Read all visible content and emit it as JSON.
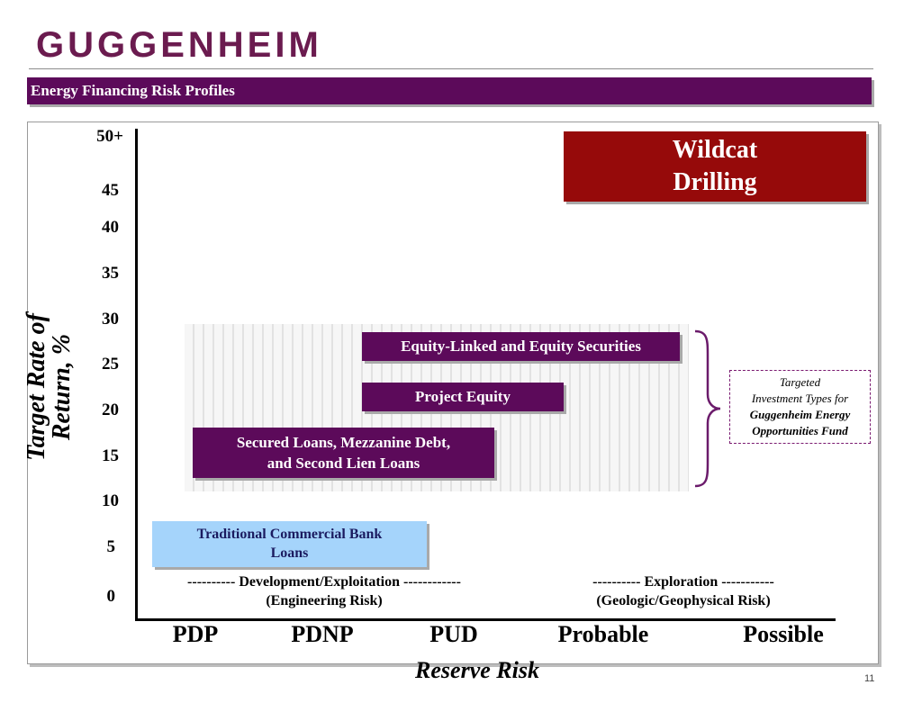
{
  "header": {
    "logo_text": "GUGGENHEIM",
    "title": "Energy Financing Risk Profiles"
  },
  "axes": {
    "y_label": "Target Rate of Return, %",
    "x_label": "Reserve Risk",
    "y_ticks": [
      "50+",
      "45",
      "40",
      "35",
      "30",
      "25",
      "20",
      "15",
      "10",
      "5",
      "0"
    ],
    "x_ticks": [
      "PDP",
      "PDNP",
      "PUD",
      "Probable",
      "Possible"
    ]
  },
  "boxes": {
    "wildcat": [
      "Wildcat",
      "Drilling"
    ],
    "equity_linked": "Equity-Linked and Equity Securities",
    "project_equity": "Project Equity",
    "secured_loans": [
      "Secured Loans, Mezzanine Debt,",
      "and Second Lien Loans"
    ],
    "bank_loans": [
      "Traditional Commercial Bank",
      "Loans"
    ]
  },
  "risk_notes": {
    "development": [
      "---------- Development/Exploitation ------------",
      "(Engineering Risk)"
    ],
    "exploration": [
      "---------- Exploration -----------",
      "(Geologic/Geophysical Risk)"
    ]
  },
  "targeted_note": {
    "line1": "Targeted",
    "line2": "Investment Types for",
    "line3": "Guggenheim Energy",
    "line4": "Opportunities Fund"
  },
  "page_number": "11",
  "colors": {
    "brand_purple": "#5c0a5a",
    "wildcat_red": "#960a0a",
    "bank_blue": "#a5d4fb"
  }
}
